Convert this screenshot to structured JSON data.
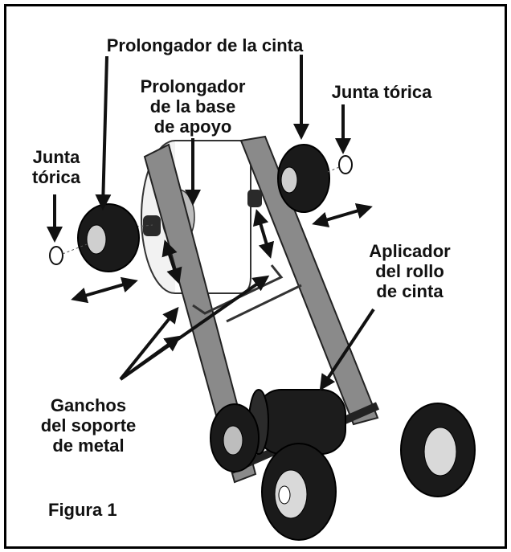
{
  "figure": {
    "caption": "Figura 1"
  },
  "labels": {
    "tape_extender": "Prolongador de la cinta",
    "base_extender": [
      "Prolongador",
      "de la base",
      "de apoyo"
    ],
    "oring_right": "Junta tórica",
    "oring_left": [
      "Junta",
      "tórica"
    ],
    "applicator": [
      "Aplicador",
      "del rollo",
      "de cinta"
    ],
    "hooks": [
      "Ganchos",
      "del soporte",
      "de metal"
    ]
  },
  "colors": {
    "ink": "#111111",
    "frame_border": "#000000",
    "frame_bg": "#ffffff",
    "metal_dark": "#3a3a3a",
    "metal_mid": "#7a7a7a",
    "metal_light": "#d9d9d9",
    "rubber": "#111111"
  }
}
